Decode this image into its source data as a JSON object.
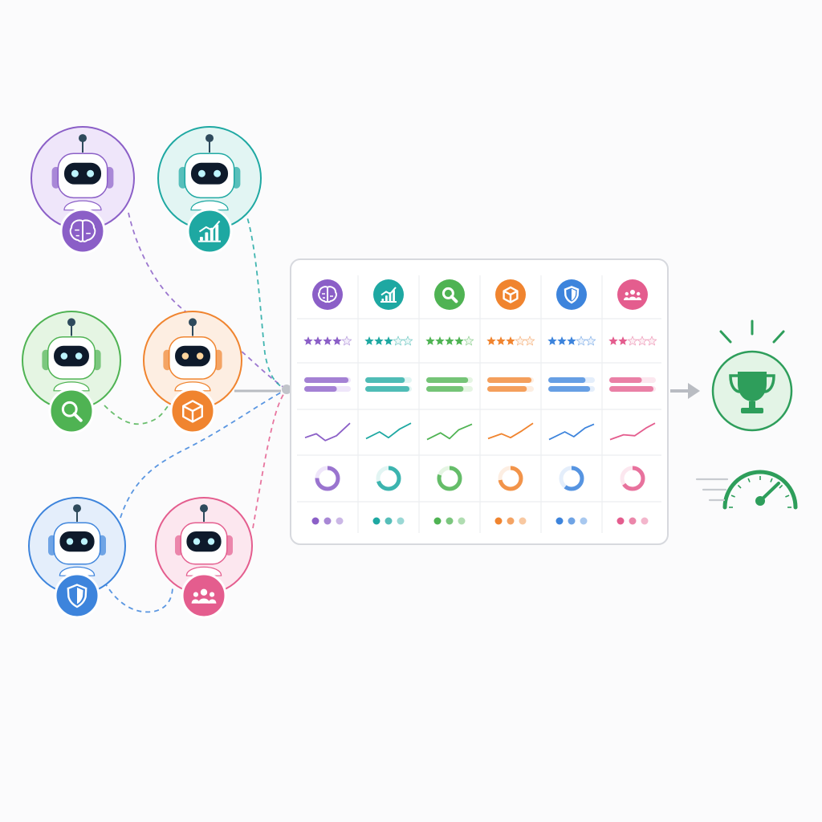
{
  "agents": [
    {
      "id": "research",
      "color": "#8b5fc7",
      "light": "#efe6fa",
      "badge_icon": "brain-icon"
    },
    {
      "id": "analytics",
      "color": "#1ea8a2",
      "light": "#e2f5f3",
      "badge_icon": "bar-chart-icon"
    },
    {
      "id": "search",
      "color": "#4fb353",
      "light": "#e5f5e3",
      "badge_icon": "magnifier-icon"
    },
    {
      "id": "product",
      "color": "#f0842f",
      "light": "#fdeee2",
      "badge_icon": "cube-icon"
    },
    {
      "id": "security",
      "color": "#3d84dc",
      "light": "#e4eefb",
      "badge_icon": "shield-icon"
    },
    {
      "id": "community",
      "color": "#e45d8e",
      "light": "#fce7ef",
      "badge_icon": "people-icon"
    }
  ],
  "comparison_table": {
    "columns": [
      {
        "agent": "research",
        "rating": 4,
        "bars": [
          0.95,
          0.7
        ],
        "donut": 0.75
      },
      {
        "agent": "analytics",
        "rating": 3,
        "bars": [
          0.85,
          0.95
        ],
        "donut": 0.7
      },
      {
        "agent": "search",
        "rating": 4,
        "bars": [
          0.9,
          0.8
        ],
        "donut": 0.8
      },
      {
        "agent": "product",
        "rating": 3,
        "bars": [
          0.95,
          0.85
        ],
        "donut": 0.72
      },
      {
        "agent": "security",
        "rating": 3,
        "bars": [
          0.8,
          0.9
        ],
        "donut": 0.6
      },
      {
        "agent": "community",
        "rating": 2,
        "bars": [
          0.7,
          0.95
        ],
        "donut": 0.65
      }
    ],
    "max_rating": 5
  },
  "result": {
    "color": "#2e9e5b",
    "light": "#e3f4e6",
    "badge_icon": "trophy-icon",
    "meter_icon": "speedometer-icon"
  }
}
